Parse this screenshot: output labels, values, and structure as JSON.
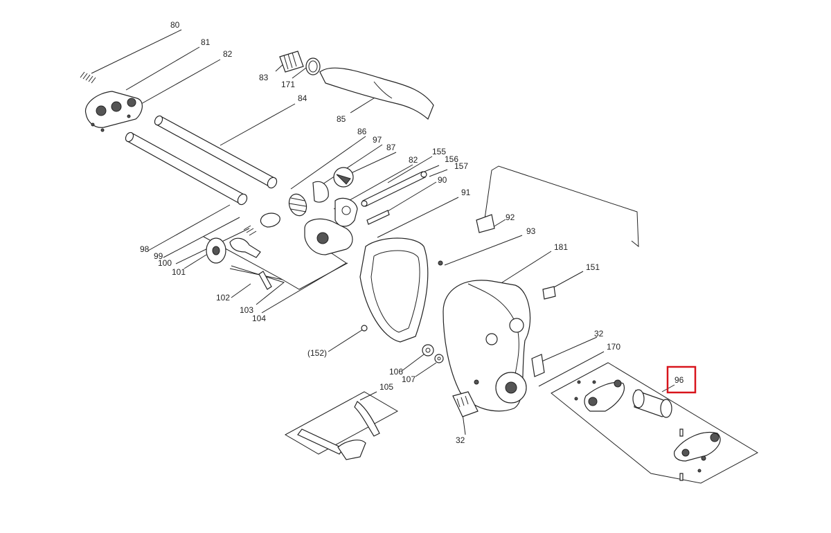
{
  "labels": {
    "p80": "80",
    "p81": "81",
    "p82a": "82",
    "p83": "83",
    "p171": "171",
    "p84": "84",
    "p85": "85",
    "p86": "86",
    "p97": "97",
    "p87": "87",
    "p82b": "82",
    "p155": "155",
    "p156": "156",
    "p157": "157",
    "p90": "90",
    "p91": "91",
    "p92": "92",
    "p93": "93",
    "p181": "181",
    "p151": "151",
    "p98": "98",
    "p99": "99",
    "p100": "100",
    "p101": "101",
    "p102": "102",
    "p103": "103",
    "p104": "104",
    "p152": "(152)",
    "p106": "106",
    "p107": "107",
    "p105": "105",
    "p32a": "32",
    "p32b": "32",
    "p170": "170",
    "p96": "96"
  },
  "highlight": {
    "label": "96",
    "color": "#d8141c"
  }
}
